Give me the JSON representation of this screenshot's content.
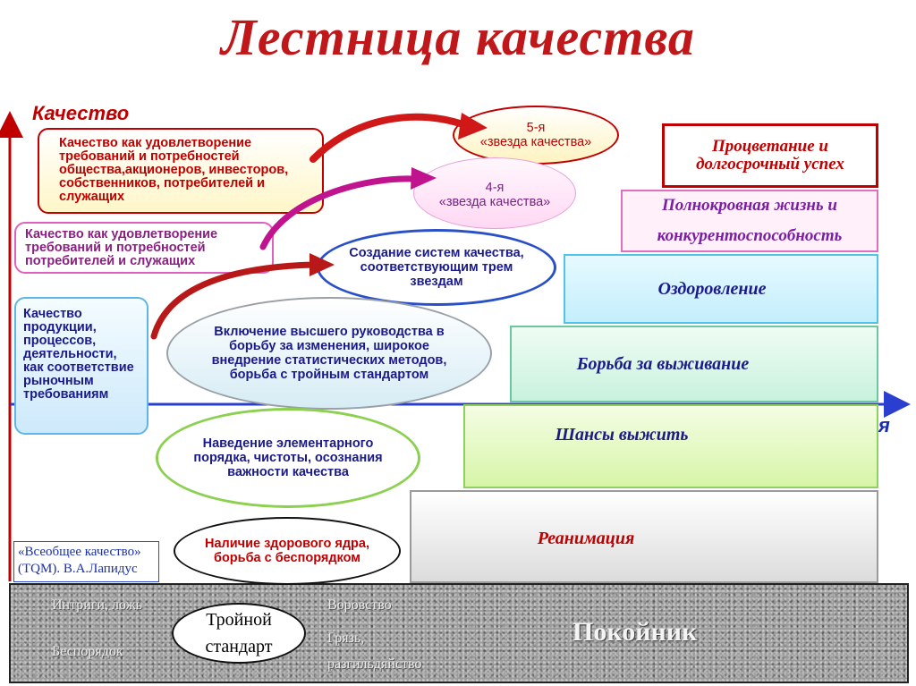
{
  "title": "Лестница качества",
  "axes": {
    "y_label": "Качество",
    "x_label": "Время"
  },
  "left_boxes": [
    "Качество как удовлетворение требований и потребностей общества,акционеров, инвесторов, собственников, потребителей и служащих",
    "Качество как удовлетворение требований и потребностей потребителей и служащих",
    "Качество продукции, процессов, деятельности, как соответствие рыночным требованиям"
  ],
  "stars": [
    {
      "line1": "5-я",
      "line2": "«звезда качества»"
    },
    {
      "line1": "4-я",
      "line2": "«звезда качества»"
    }
  ],
  "ovals": [
    "Создание систем качества, соответствующим трем звездам",
    "Включение высшего руководства в борьбу за изменения, широкое внедрение статистических методов, борьба с тройным стандартом",
    "Наведение элементарного порядка, чистоты, осознания важности качества",
    "Наличие здорового ядра, борьба с беспорядком"
  ],
  "stairs": [
    {
      "label": "Процветание и долгосрочный успех",
      "color": "#c00000"
    },
    {
      "label_line1": "Полнокровная жизнь и",
      "label_line2": "конкурентоспособность",
      "color": "#7a1fa2"
    },
    {
      "label": "Оздоровление",
      "color": "#1a1a8a"
    },
    {
      "label": "Борьба за выживание",
      "color": "#1a1a8a"
    },
    {
      "label": "Шансы выжить",
      "color": "#1a1a8a"
    },
    {
      "label": "Реанимация",
      "color": "#c00000"
    }
  ],
  "top_box_text": "Процветание и долгосрочный успех",
  "reference": {
    "line1": "«Всеобщее качество»",
    "line2": "(TQM). В.А.Лапидус"
  },
  "ground": {
    "triple": {
      "line1": "Тройной",
      "line2": "стандарт"
    },
    "intrigues": "Интриги, ложь",
    "disorder": "Беспорядок",
    "theft": "Воровство",
    "dirt": "Грязь,",
    "sloppiness": "разгильдяйство",
    "deceased": "Покойник"
  }
}
